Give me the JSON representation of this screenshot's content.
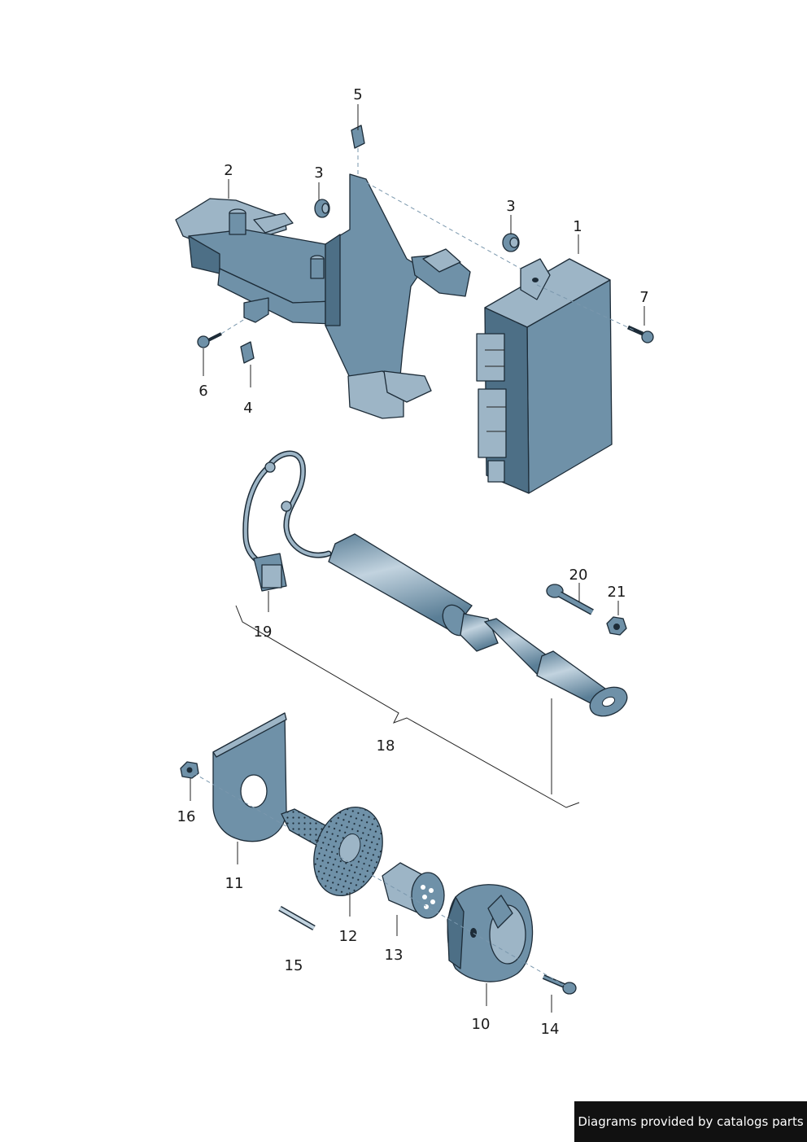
{
  "labels": {
    "l1": "1",
    "l2": "2",
    "l3a": "3",
    "l3b": "3",
    "l4": "4",
    "l5": "5",
    "l6": "6",
    "l7": "7",
    "l10": "10",
    "l11": "11",
    "l12": "12",
    "l13": "13",
    "l14": "14",
    "l15": "15",
    "l16": "16",
    "l18": "18",
    "l19": "19",
    "l20": "20",
    "l21": "21"
  },
  "credit": "Diagrams provided by catalogs parts",
  "colors": {
    "part_fill": "#6f91a8",
    "part_light": "#9db5c6",
    "outline": "#1d2c38",
    "credit_bg": "#111111"
  }
}
